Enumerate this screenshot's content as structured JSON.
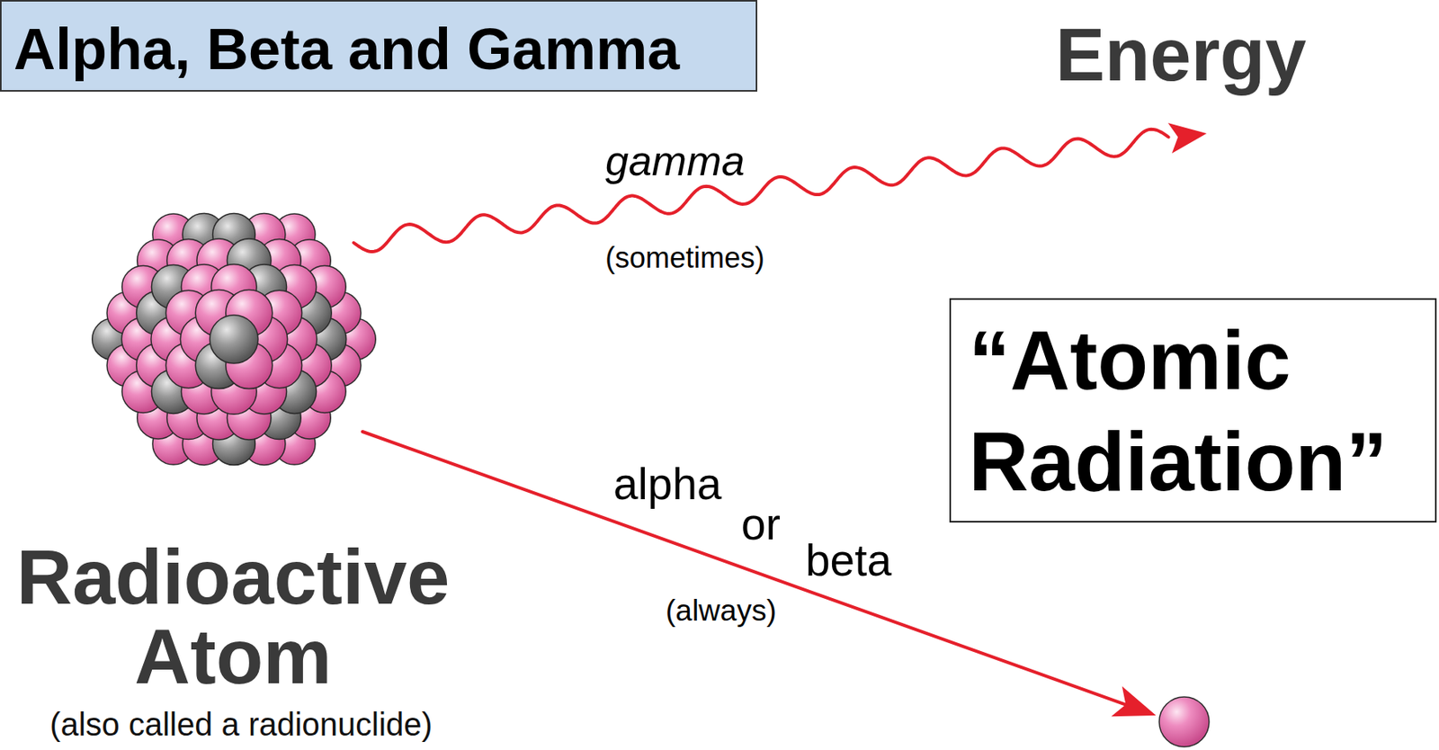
{
  "diagram": {
    "title": "Alpha, Beta and Gamma",
    "nodes": [
      {
        "text": [
          "Radioactive Atom",
          "(also called a radionuclide)"
        ]
      },
      {
        "text": [
          "“Atomic Radiation”"
        ]
      }
    ],
    "labels": [
      "Energy",
      "gamma",
      "(sometimes)",
      "alpha",
      "or",
      "beta",
      "(always)"
    ]
  }
}
